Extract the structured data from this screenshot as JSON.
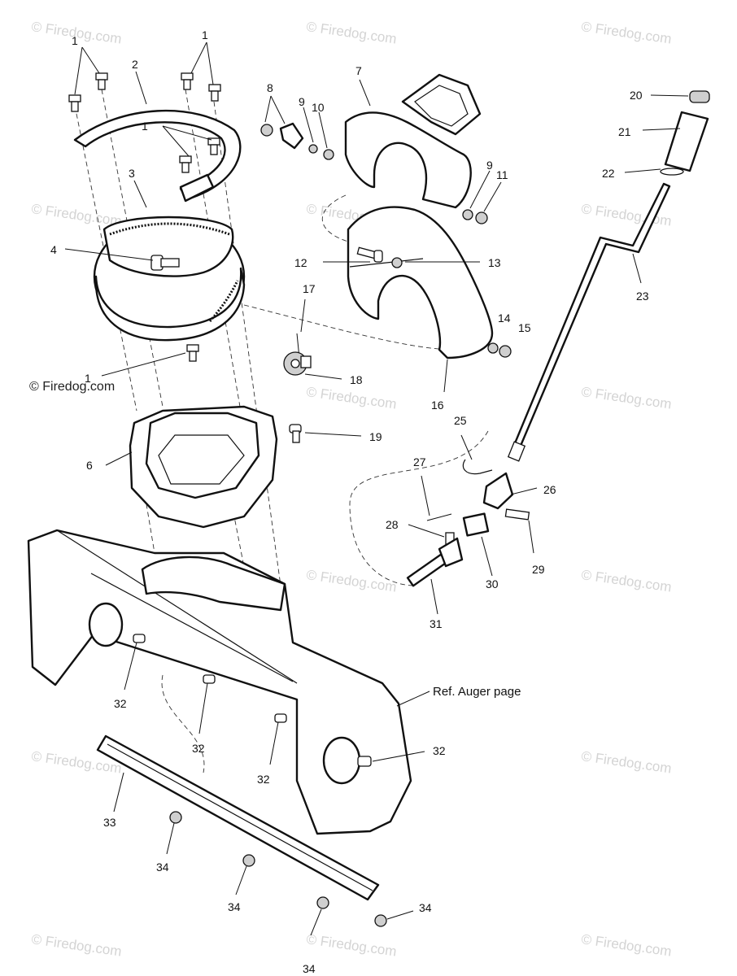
{
  "watermark": "© Firedog.com",
  "copyright": "© Firedog.com",
  "reference_note": "Ref. Auger page",
  "callouts": [
    "1",
    "1",
    "1",
    "1",
    "1",
    "2",
    "3",
    "4",
    "1",
    "6",
    "7",
    "8",
    "9",
    "10",
    "9",
    "11",
    "12",
    "13",
    "14",
    "15",
    "16",
    "17",
    "18",
    "19",
    "20",
    "21",
    "22",
    "23",
    "25",
    "26",
    "27",
    "28",
    "29",
    "30",
    "31",
    "32",
    "32",
    "32",
    "32",
    "33",
    "34",
    "34",
    "34",
    "34"
  ]
}
